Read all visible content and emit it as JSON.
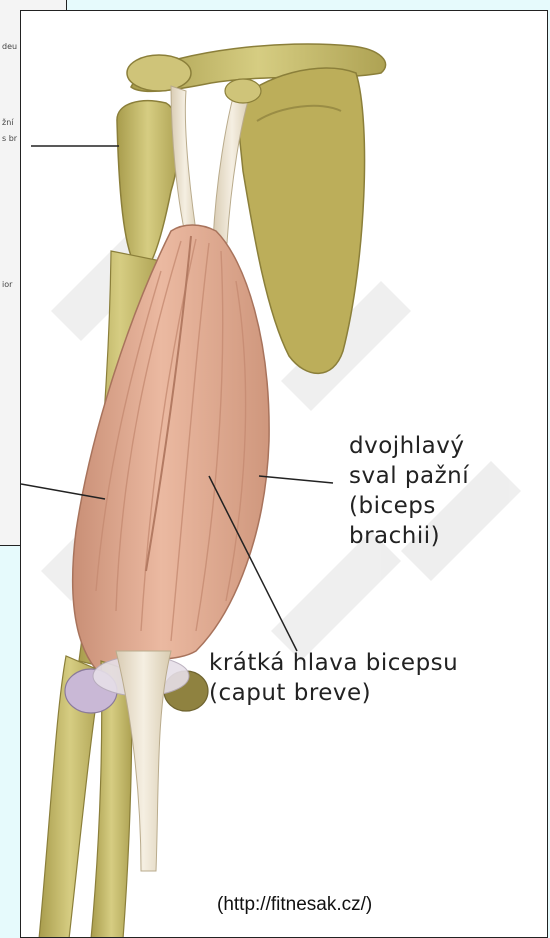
{
  "labels": {
    "biceps": [
      "dvojhlavý",
      "sval pažní",
      "(biceps",
      "brachii)"
    ],
    "short_head": [
      "krátká hlava bicepsu",
      "(caput breve)"
    ]
  },
  "left_fragments": [
    "deu",
    "žní",
    "s br",
    "ior"
  ],
  "credit": "(http://fitnesak.cz/)",
  "colors": {
    "background": "#e6fafc",
    "bone": "#c9bf6e",
    "muscle": "#e0a98e",
    "tendon": "#ece4d2"
  }
}
